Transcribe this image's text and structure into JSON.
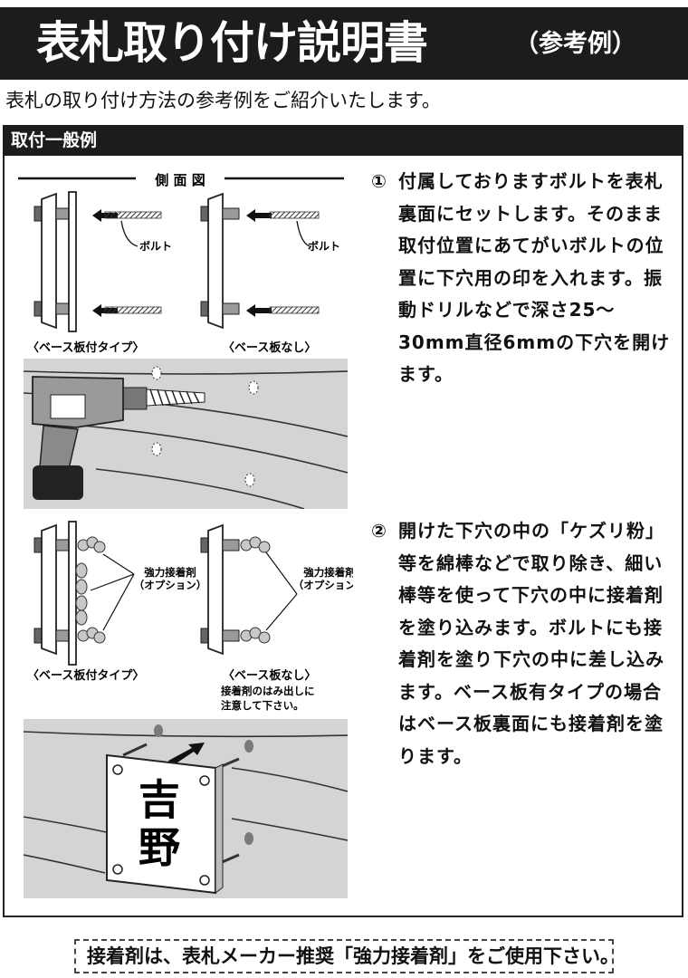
{
  "header": {
    "title": "表札取り付け説明書",
    "subtitle": "（参考例）"
  },
  "intro": "表札の取り付け方法の参考例をご紹介いたします。",
  "section": {
    "label": "取付一般例"
  },
  "diagram1": {
    "side_view_label": "側 面 図",
    "bolt_label_left": "ボルト",
    "bolt_label_right": "ボルト",
    "type_base": "〈ベース板付タイプ〉",
    "type_nobase": "〈ベース板なし〉"
  },
  "diagram2": {
    "adhesive_label_left": "強力接着剤",
    "option_label_left": "（オプション）",
    "adhesive_label_right": "強力接着剤",
    "option_label_right": "（オプション）",
    "type_base": "〈ベース板付タイプ〉",
    "type_nobase": "〈ベース板なし〉",
    "caution_line1": "接着剤のはみ出しに",
    "caution_line2": "注意して下さい。"
  },
  "nameplate": {
    "char1": "吉",
    "char2": "野"
  },
  "steps": [
    {
      "num": "①",
      "text": "付属しておりますボルトを表札裏面にセットします。そのまま取付位置にあてがいボルトの位置に下穴用の印を入れます。振動ドリルなどで深さ25～30mm直径6mmの下穴を開けます。"
    },
    {
      "num": "②",
      "text": "開けた下穴の中の「ケズリ粉」等を綿棒などで取り除き、細い棒等を使って下穴の中に接着剤を塗り込みます。ボルトにも接着剤を塗り下穴の中に差し込みます。ベース板有タイプの場合はベース板裏面にも接着剤を塗ります。"
    }
  ],
  "notice": "接着剤は、表札メーカー推奨「強力接着剤」をご使用下さい。",
  "colors": {
    "bar": "#1c1c1c",
    "panel": "#d4d4d4",
    "bolt": "#8a8a8a"
  }
}
